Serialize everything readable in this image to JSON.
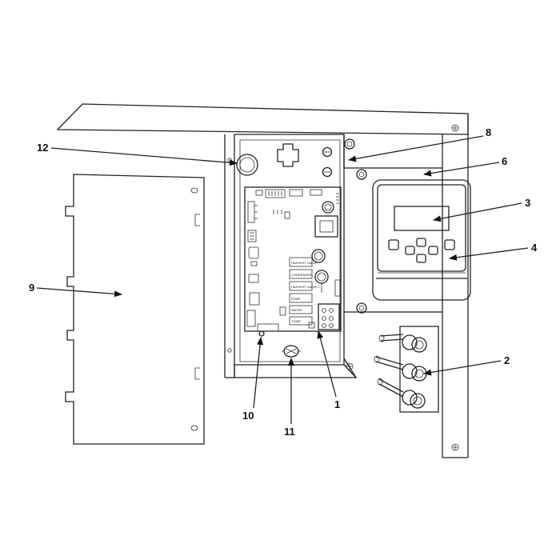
{
  "callouts": {
    "c1": "1",
    "c2": "2",
    "c3": "3",
    "c4": "4",
    "c6": "6",
    "c8": "8",
    "c9": "9",
    "c10": "10",
    "c11": "11",
    "c12": "12"
  },
  "board_labels": {
    "l1": "HARVEST VALVE",
    "l2": "CONDENSER",
    "l3": "HARVEST VALVE 2",
    "l4": "PUMP",
    "l5": "WATER",
    "l6": "COMP"
  },
  "icons": {
    "ground": "ground-symbol-icon",
    "arrow": "arrowhead-icon"
  }
}
